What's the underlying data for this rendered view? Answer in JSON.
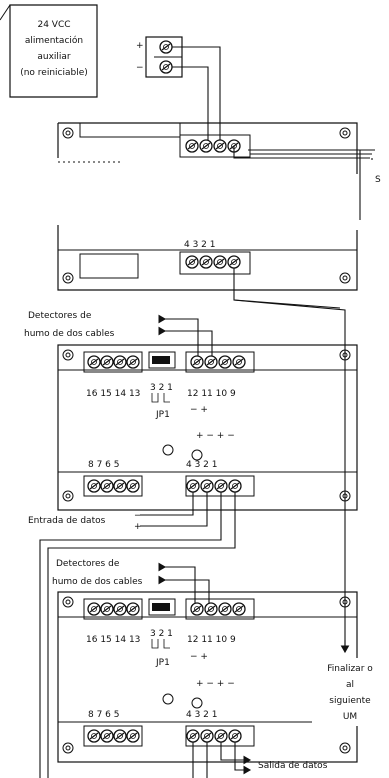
{
  "supply": {
    "lines": [
      "24 VCC",
      "alimentación",
      "auxiliar",
      "(no reiniciable)"
    ],
    "plus": "+",
    "minus": "−"
  },
  "module1": {
    "bottom_pins": "4  3  2  1",
    "side_label": "S"
  },
  "module2": {
    "detector_label_1": "Detectores de",
    "detector_label_2": "humo de dos cables",
    "top_left_pins": "16 15 14 13",
    "jp_pins": "3 2 1",
    "top_right_pins": "12 11 10  9",
    "jp_label": "JP1",
    "polarity_top": "−  +",
    "bottom_left_pins": "8  7  6  5",
    "bottom_right_pins": "4  3  2  1",
    "polarity_bottom": "+  −   +  −"
  },
  "data_in": {
    "label": "Entrada de datos",
    "minus": "−",
    "plus": "+"
  },
  "module3": {
    "detector_label_1": "Detectores de",
    "detector_label_2": "humo de dos cables",
    "top_left_pins": "16 15 14 13",
    "jp_pins": "3 2 1",
    "top_right_pins": "12 11 10  9",
    "jp_label": "JP1",
    "polarity_top": "−  +",
    "bottom_left_pins": "8  7  6  5",
    "bottom_right_pins": "4  3  2  1",
    "polarity_bottom": "+  −   +  −"
  },
  "end_note": {
    "lines": [
      "Finalizar o",
      "al",
      "siguiente",
      "UM"
    ]
  },
  "data_out": {
    "label": "Salida de datos"
  }
}
